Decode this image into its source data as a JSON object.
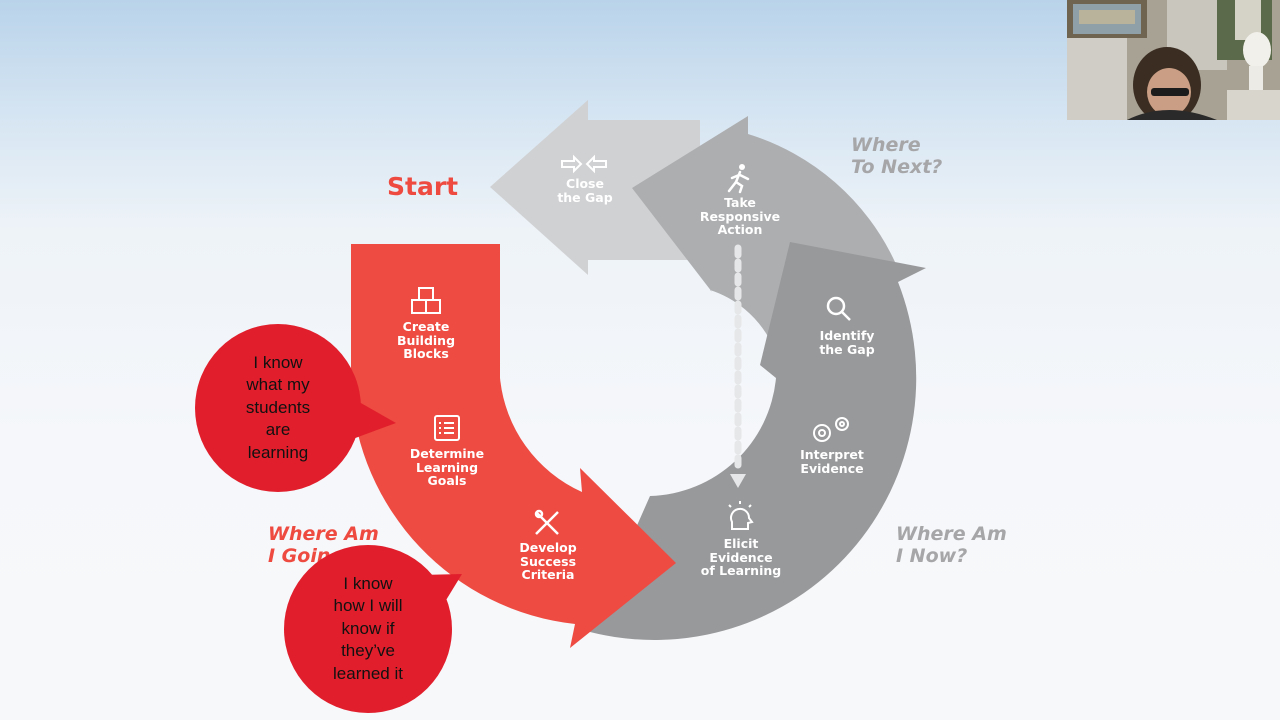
{
  "diagram": {
    "start_label": "Start",
    "questions": {
      "where_to_next": "Where\nTo Next?",
      "where_am_i_now": "Where Am\nI Now?",
      "where_am_i_going": "Where Am\nI Goin"
    },
    "steps": [
      {
        "label": "Create\nBuilding\nBlocks",
        "icon": "blocks-icon"
      },
      {
        "label": "Determine\nLearning\nGoals",
        "icon": "checklist-icon"
      },
      {
        "label": "Develop\nSuccess\nCriteria",
        "icon": "tools-icon"
      },
      {
        "label": "Elicit\nEvidence\nof Learning",
        "icon": "head-idea-icon"
      },
      {
        "label": "Interpret\nEvidence",
        "icon": "gears-icon"
      },
      {
        "label": "Identify\nthe Gap",
        "icon": "magnifier-icon"
      },
      {
        "label": "Take\nResponsive\nAction",
        "icon": "runner-icon"
      },
      {
        "label": "Close\nthe Gap",
        "icon": "arrows-in-icon"
      }
    ],
    "bubbles": [
      {
        "text": "I know\nwhat my\nstudents\nare\nlearning"
      },
      {
        "text": "I know\nhow I will\nknow if\nthey’ve\nlearned it"
      }
    ],
    "colors": {
      "red": "#ee4b42",
      "bubble_red": "#e11f2c",
      "dark_gray": "#98999b",
      "mid_gray": "#acadaf",
      "light_gray": "#cfd0d2"
    }
  },
  "webcam": {
    "description_icon": "presenter-video-icon"
  }
}
